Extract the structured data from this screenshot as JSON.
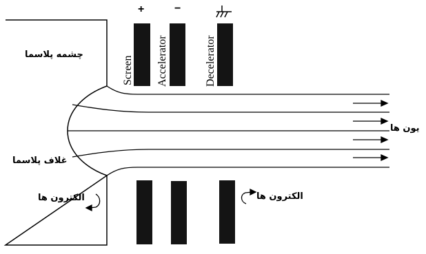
{
  "electrodes": {
    "screen_label": "Screen",
    "accelerator_label": "Accelerator",
    "decelerator_label": "Decelerator",
    "screen_sign": "+",
    "accelerator_sign": "−",
    "decelerator_sign": "ground-symbol"
  },
  "labels": {
    "plasma_source": "چشمه پلاسما",
    "plasma_sheath": "غلاف پلاسما",
    "ions": "یون ها",
    "electrons_left": "الکترون ها",
    "electrons_right": "الکترون ها"
  },
  "colors": {
    "ink": "#000000",
    "electrode_fill": "#141414",
    "background": "#ffffff"
  }
}
